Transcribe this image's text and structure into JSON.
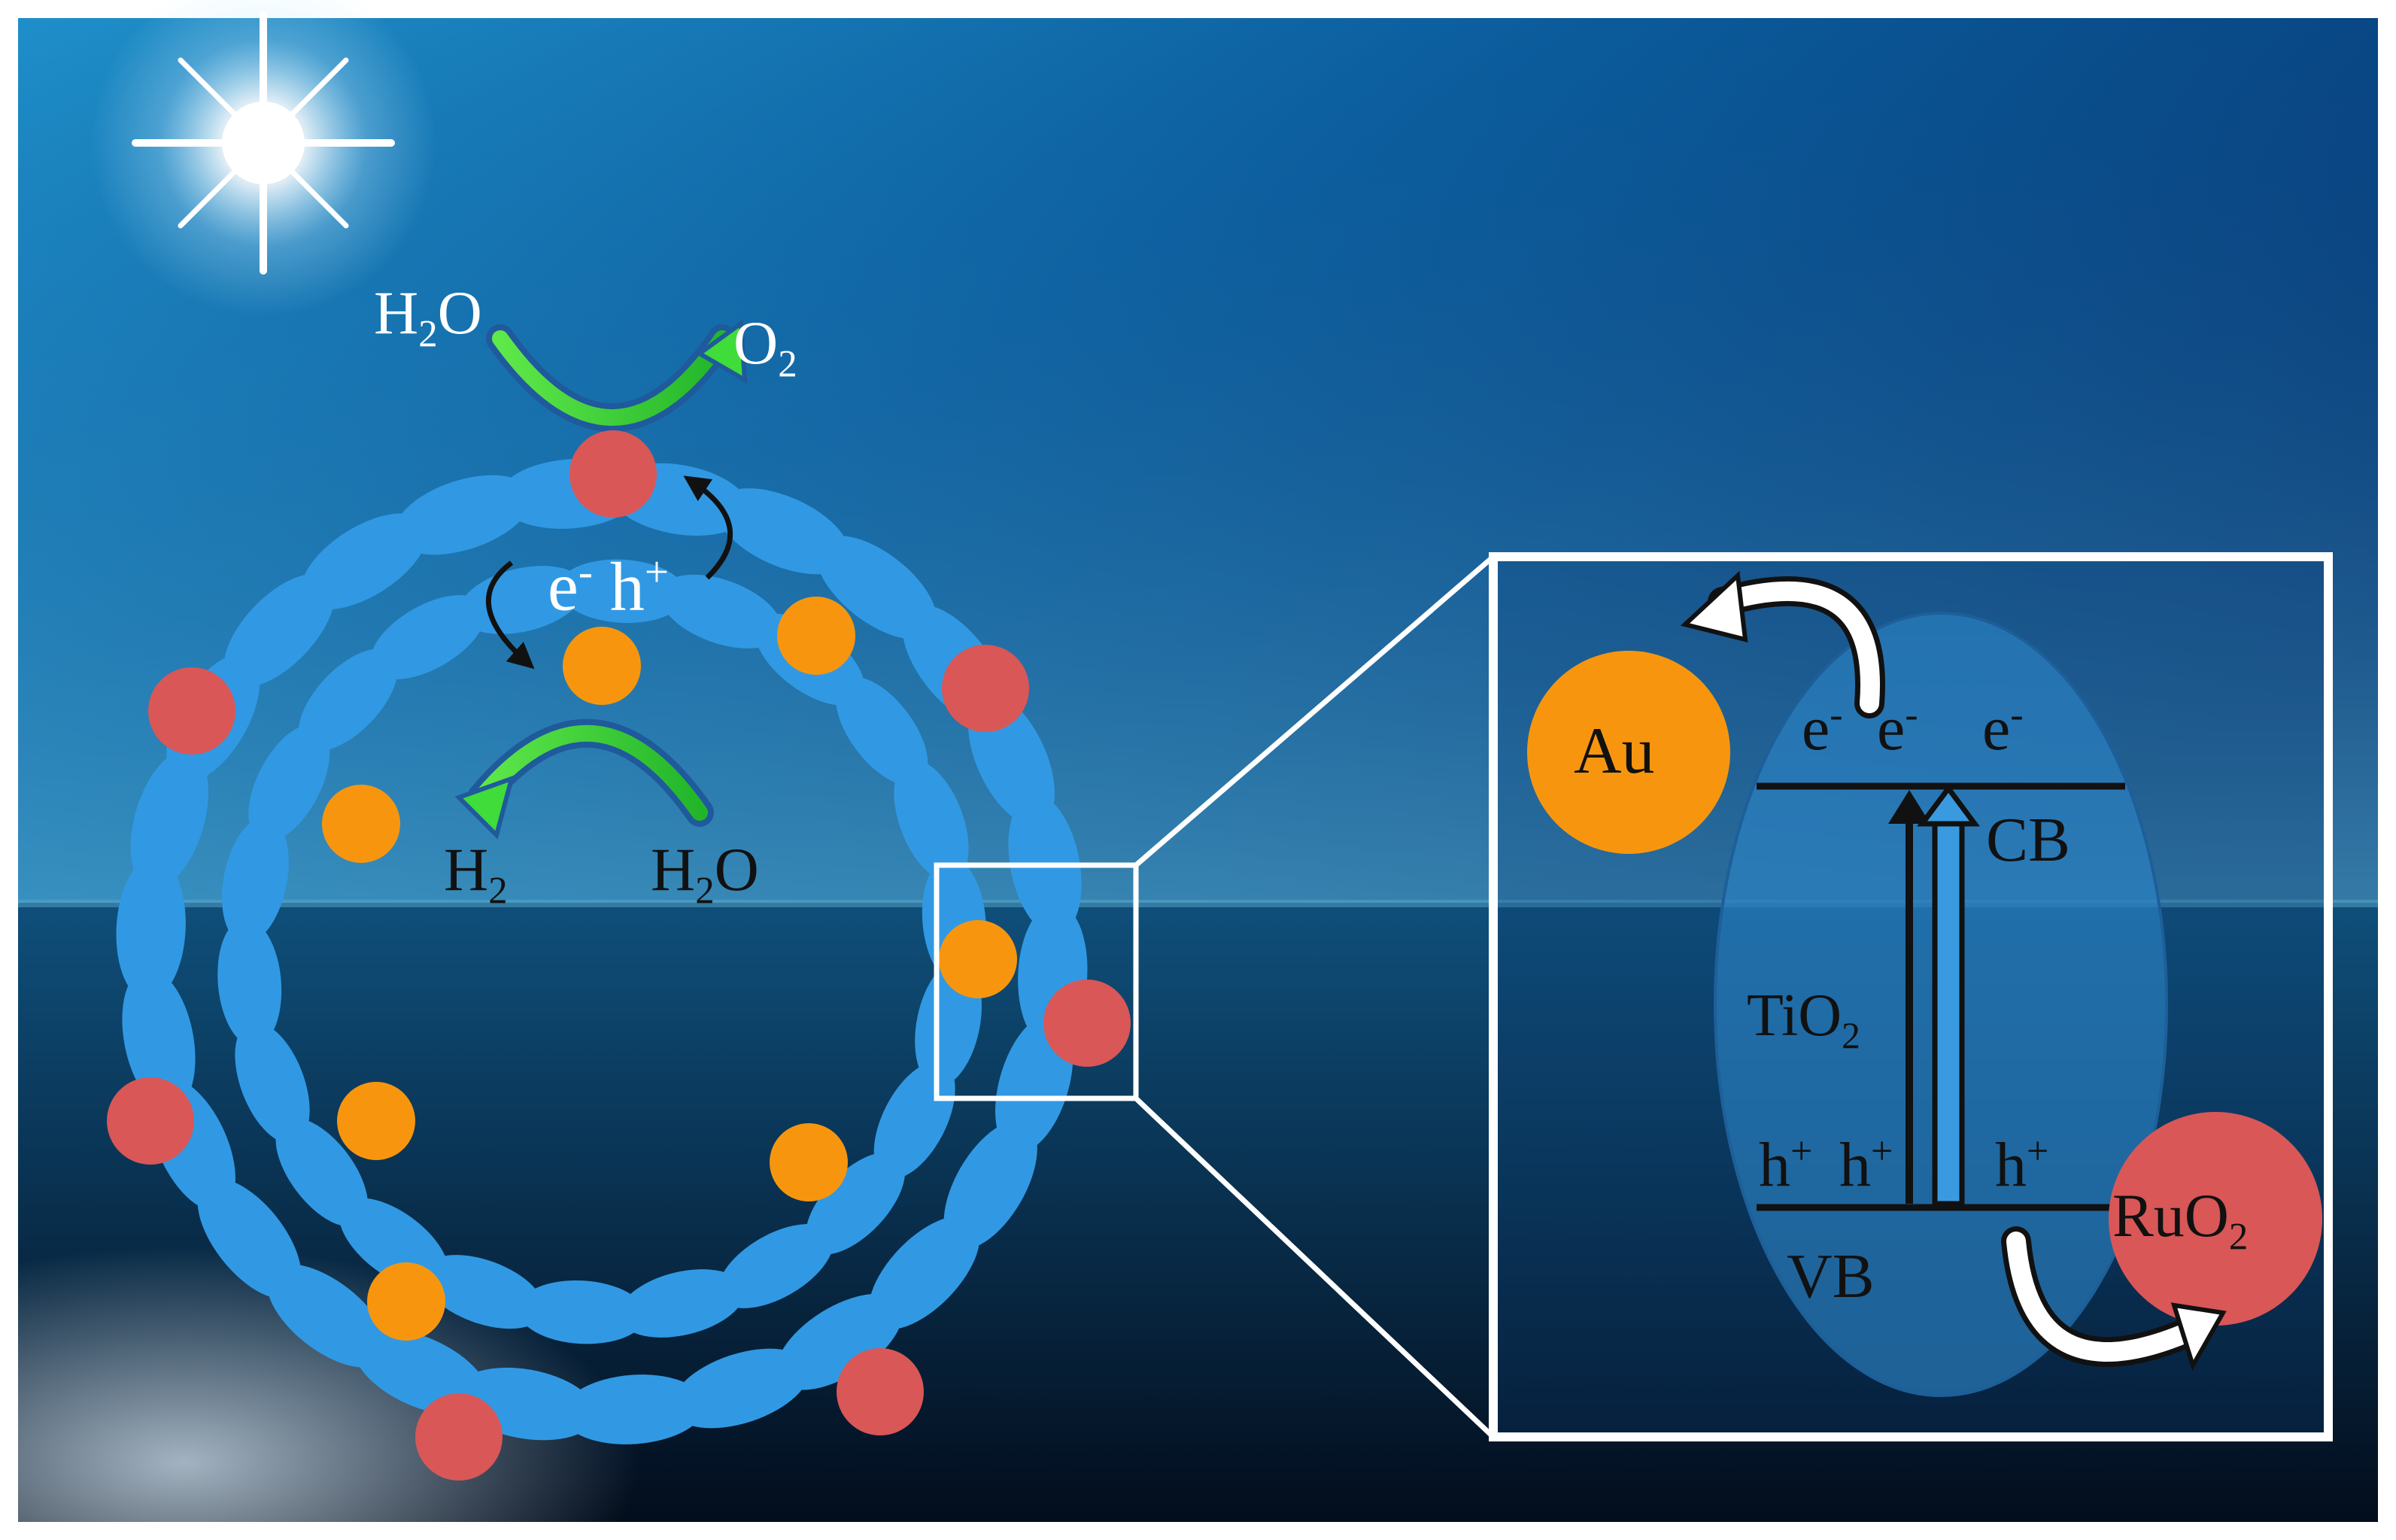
{
  "colors": {
    "tube": "#3199e3",
    "au_particle": "#f7960e",
    "ruo2_particle": "#d95757",
    "arrow_green": "#3fdc3a",
    "arrow_outline": "#1f5a9c",
    "frame": "#ffffff"
  },
  "icons": {
    "sun": "sun-icon",
    "curved_arrow": "curved-arrow-icon",
    "hollow_arrow": "hollow-arrow-icon"
  },
  "left": {
    "top_reactant": {
      "main": "H",
      "sub": "2",
      "tail": "O"
    },
    "top_product": {
      "main": "O",
      "sub": "2"
    },
    "charges": {
      "e": "e",
      "e_sup": "-",
      "h": "h",
      "h_sup": "+"
    },
    "bottom_product": {
      "main": "H",
      "sub": "2"
    },
    "bottom_reactant": {
      "main": "H",
      "sub": "2",
      "tail": "O"
    }
  },
  "inset": {
    "au": "Au",
    "ruo2": {
      "main": "RuO",
      "sub": "2"
    },
    "tio2": {
      "main": "TiO",
      "sub": "2"
    },
    "cb": "CB",
    "vb": "VB",
    "electrons": [
      {
        "e": "e",
        "sup": "-"
      },
      {
        "e": "e",
        "sup": "-"
      },
      {
        "e": "e",
        "sup": "-"
      }
    ],
    "holes": [
      {
        "h": "h",
        "sup": "+"
      },
      {
        "h": "h",
        "sup": "+"
      },
      {
        "h": "h",
        "sup": "+"
      }
    ]
  }
}
